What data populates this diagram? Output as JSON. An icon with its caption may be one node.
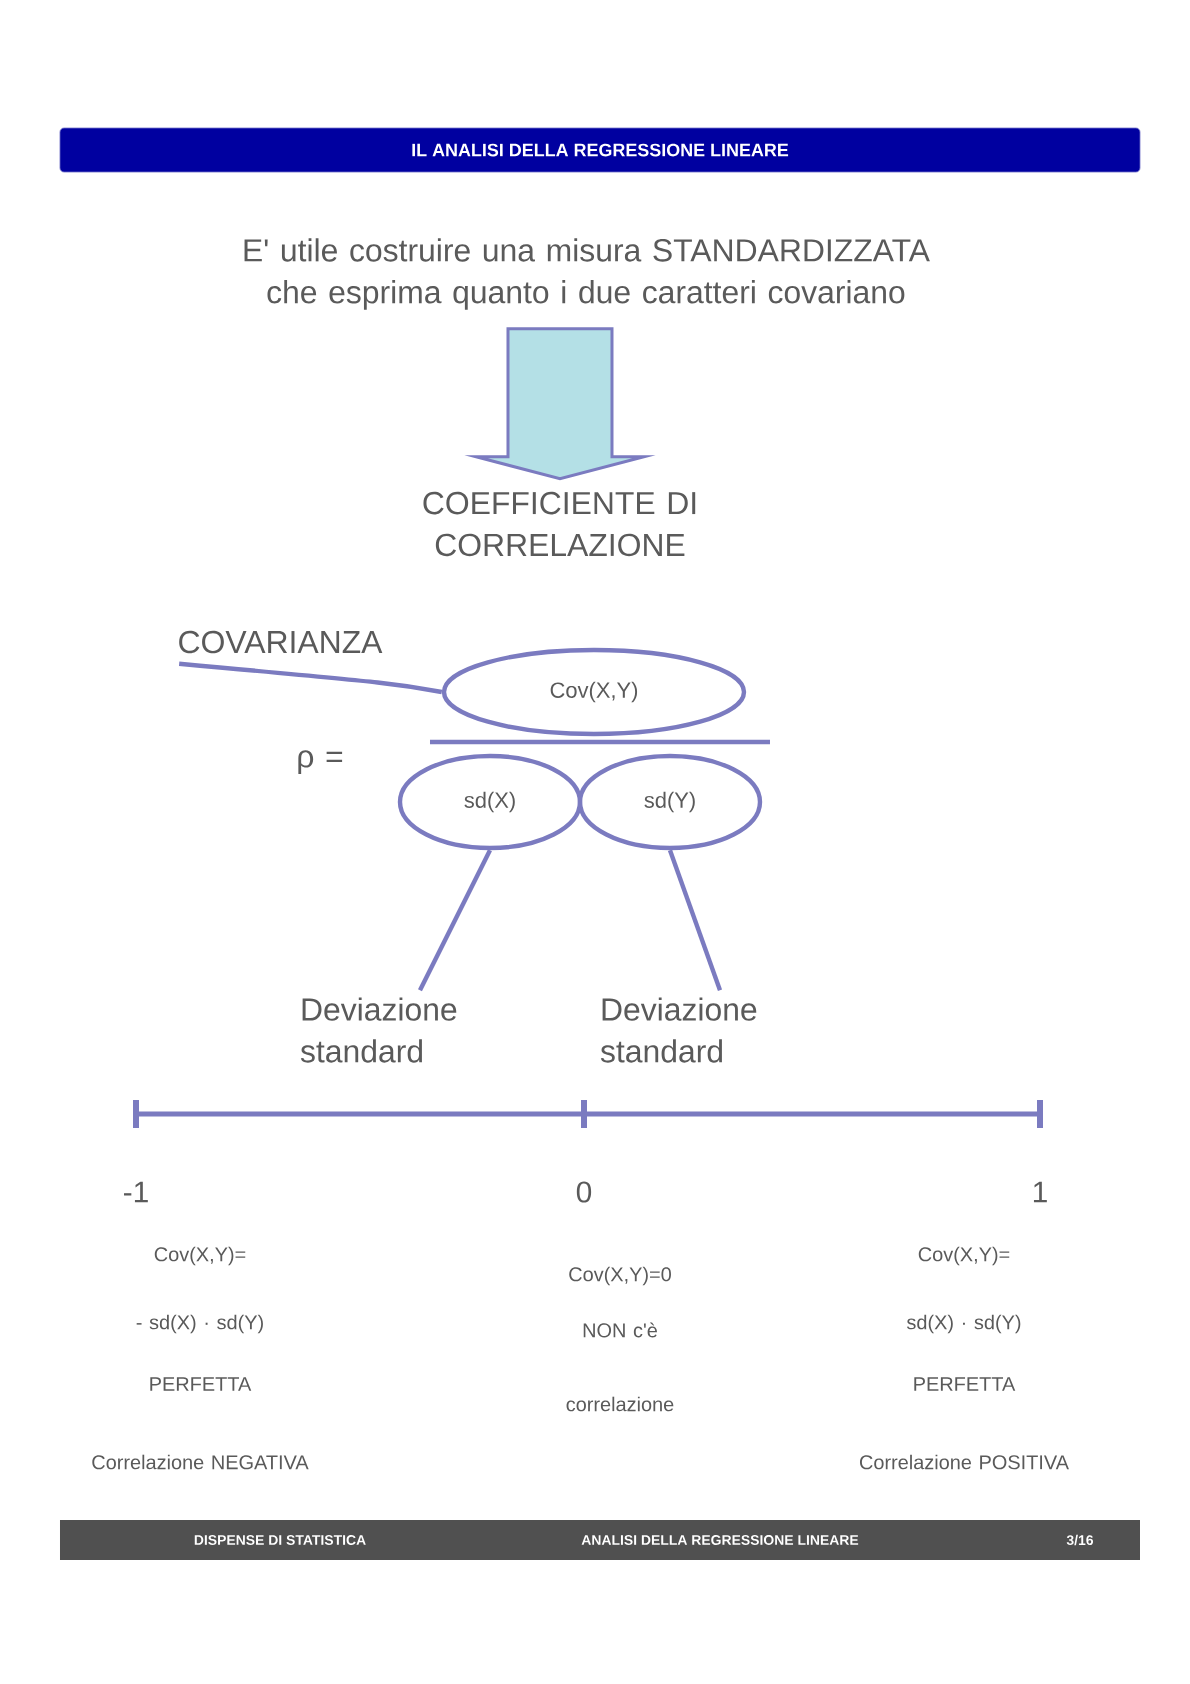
{
  "diagram": {
    "title": "IL ANALISI DELLA REGRESSIONE LINEARE",
    "nodes": [
      {
        "text": [
          "E' utile costruire una misura STANDARDIZZATA che esprima quanto i due caratteri covariano"
        ]
      },
      {
        "text": [
          "COEFFICIENTE DI CORRELAZIONE"
        ]
      },
      {
        "text": [
          "COVARIANZA"
        ]
      },
      {
        "text": [
          "Cov(X,Y)"
        ]
      },
      {
        "text": [
          "sd(X)"
        ]
      },
      {
        "text": [
          "sd(Y)"
        ]
      },
      {
        "text": [
          "Deviazione standard"
        ]
      },
      {
        "text": [
          "Deviazione standard"
        ]
      },
      {
        "text": [
          "DISPENSE DI STATISTICA",
          "ANALISI DELLA REGRESSIONE LINEARE",
          "3/16"
        ]
      }
    ],
    "edges": [
      {
        "from": 0,
        "to": 1,
        "arrow": "to",
        "style": "thick",
        "color": "#b4e0e6"
      },
      {
        "from": 2,
        "to": 3,
        "arrow": "none"
      },
      {
        "from": 4,
        "to": 6,
        "arrow": "none"
      },
      {
        "from": 5,
        "to": 7,
        "arrow": "none"
      }
    ],
    "labels": [
      "ρ =",
      "-1",
      "0",
      "1",
      "Cov(X,Y)=",
      "- sd(X) · sd(Y)",
      "PERFETTA",
      "Correlazione NEGATIVA",
      "Cov(X,Y)=0",
      "NON c'è",
      "correlazione",
      "Cov(X,Y)=",
      "sd(X) · sd(Y)",
      "PERFETTA",
      "Correlazione POSITIVA"
    ]
  }
}
